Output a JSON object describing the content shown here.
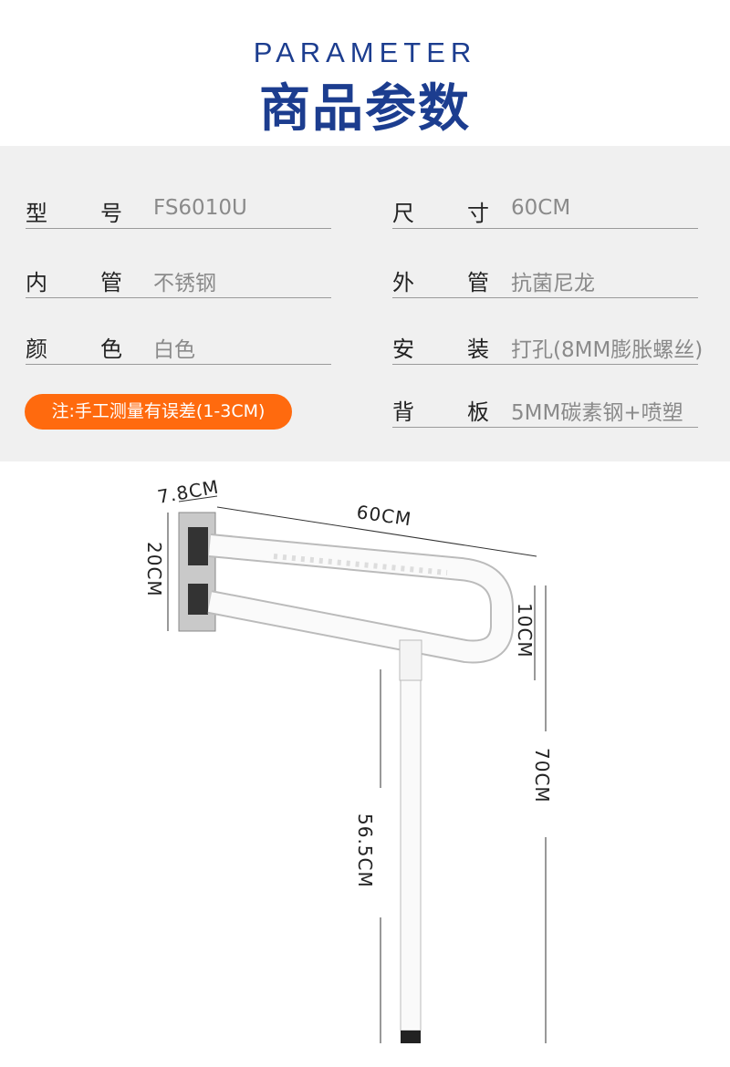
{
  "header": {
    "title_en": "PARAMETER",
    "title_cn": "商品参数"
  },
  "params": {
    "model": {
      "k1": "型",
      "k2": "号",
      "value": "FS6010U"
    },
    "size": {
      "k1": "尺",
      "k2": "寸",
      "value": "60CM"
    },
    "inner_tube": {
      "k1": "内",
      "k2": "管",
      "value": "不锈钢"
    },
    "outer_tube": {
      "k1": "外",
      "k2": "管",
      "value": "抗菌尼龙"
    },
    "color": {
      "k1": "颜",
      "k2": "色",
      "value": "白色"
    },
    "install": {
      "k1": "安",
      "k2": "装",
      "value": "打孔(8MM膨胀螺丝)"
    },
    "backplate": {
      "k1": "背",
      "k2": "板",
      "value": "5MM碳素钢+喷塑"
    }
  },
  "note": "注:手工测量有误差(1-3CM)",
  "dimensions": {
    "depth": "7.8CM",
    "length": "60CM",
    "plate_height": "20CM",
    "rail_gap": "10CM",
    "total_height": "70CM",
    "leg_length": "56.5CM"
  }
}
